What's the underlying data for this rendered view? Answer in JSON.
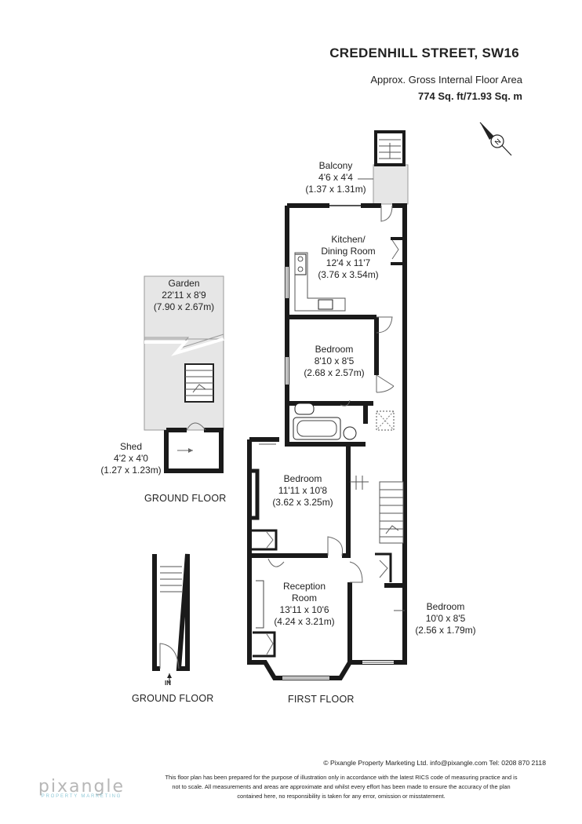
{
  "header": {
    "title": "CREDENHILL STREET, SW16",
    "area_label": "Approx. Gross Internal Floor Area",
    "area_value": "774 Sq. ft/71.93 Sq. m"
  },
  "compass": {
    "letter": "N"
  },
  "rooms": {
    "balcony": {
      "name": "Balcony",
      "imperial": "4'6 x 4'4",
      "metric": "(1.37 x 1.31m)"
    },
    "kitchen": {
      "name1": "Kitchen/",
      "name2": "Dining Room",
      "imperial": "12'4 x 11'7",
      "metric": "(3.76 x 3.54m)"
    },
    "bedroom_rear": {
      "name": "Bedroom",
      "imperial": "8'10 x 8'5",
      "metric": "(2.68 x 2.57m)"
    },
    "garden": {
      "name": "Garden",
      "imperial": "22'11 x 8'9",
      "metric": "(7.90 x 2.67m)"
    },
    "shed": {
      "name": "Shed",
      "imperial": "4'2 x 4'0",
      "metric": "(1.27 x 1.23m)"
    },
    "bedroom_middle": {
      "name": "Bedroom",
      "imperial": "11'11 x 10'8",
      "metric": "(3.62 x 3.25m)"
    },
    "reception": {
      "name1": "Reception",
      "name2": "Room",
      "imperial": "13'11 x 10'6",
      "metric": "(4.24 x 3.21m)"
    },
    "bedroom_front": {
      "name": "Bedroom",
      "imperial": "10'0 x 8'5",
      "metric": "(2.56 x 1.79m)"
    }
  },
  "floors": {
    "ground_upper": "GROUND FLOOR",
    "ground_lower": "GROUND FLOOR",
    "first": "FIRST FLOOR",
    "entrance": "IN"
  },
  "footer": {
    "contact": "© Pixangle Property Marketing Ltd. info@pixangle.com Tel: 0208 870 2118",
    "disclaimer1": "This floor plan has been prepared for the purpose of illustration only in accordance with the latest RICS code of measuring practice and is",
    "disclaimer2": "not to scale. All measurements and areas are approximate and whilst every effort has been made to ensure the accuracy of the plan",
    "disclaimer3": "contained here, no responsibility is taken for any error, omission or misstatement."
  },
  "logo": {
    "name": "pixangle",
    "tagline": "PROPERTY MARKETING"
  },
  "colors": {
    "wall": "#1a1a1a",
    "outdoor_fill": "#e6e6e6",
    "logo_grey": "#b7b7b7",
    "logo_blue": "#8fc9d8"
  }
}
